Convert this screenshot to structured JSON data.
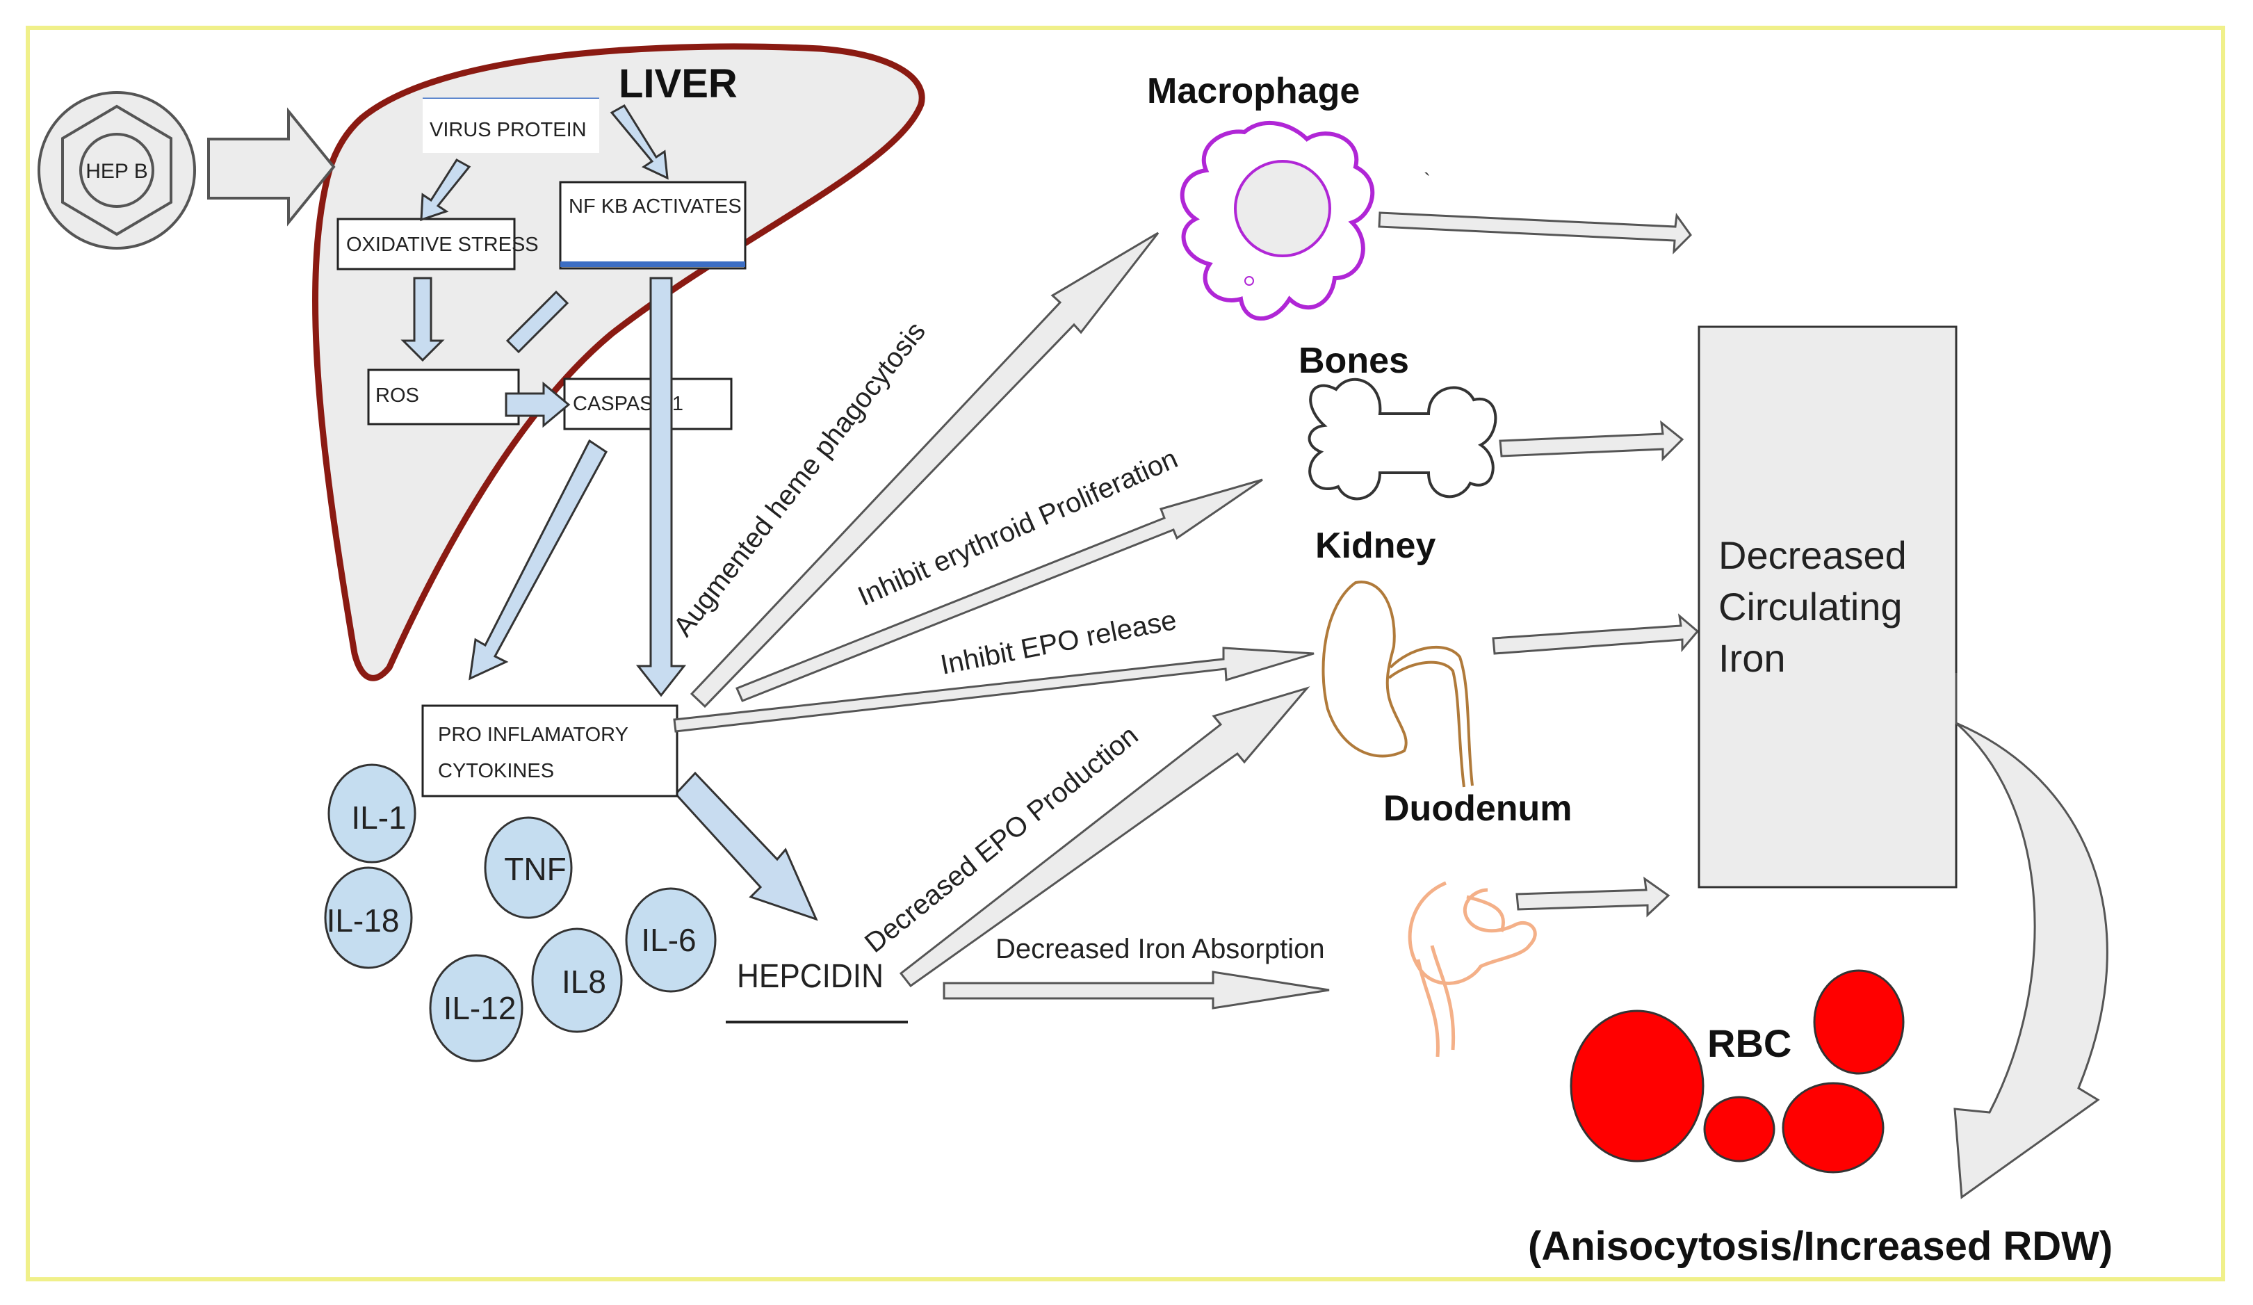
{
  "labels": {
    "hep_b": "HEP B",
    "liver": "LIVER",
    "virus_protein": "VIRUS PROTEIN",
    "oxidative_stress": "OXIDATIVE STRESS",
    "nf_kb": "NF KB ACTIVATES",
    "ros": "ROS",
    "caspase": "CASPASE 1",
    "pro_inflammatory_1": "PRO INFLAMATORY",
    "pro_inflammatory_2": "CYTOKINES",
    "il1": "IL-1",
    "il18": "IL-18",
    "tnf": "TNF",
    "il6": "IL-6",
    "il12": "IL-12",
    "il8": "IL8",
    "hepcidin": "HEPCIDIN",
    "macrophage": "Macrophage",
    "bones": "Bones",
    "kidney": "Kidney",
    "duodenum": "Duodenum",
    "dec_iron_1": "Decreased",
    "dec_iron_2": "Circulating",
    "dec_iron_3": "Iron",
    "rbc": "RBC",
    "aniso": "(Anisocytosis/Increased RDW)"
  },
  "edges": {
    "augmented": "Augmented heme phagocytosis",
    "inhibit_erythroid": "Inhibit erythroid Proliferation",
    "inhibit_epo": "Inhibit EPO release",
    "decreased_epo": "Decreased EPO Production",
    "decreased_absorption": "Decreased Iron Absorption"
  },
  "colors": {
    "frame": "#f0f08a",
    "liver_outline": "#8a1a12",
    "cytokine_fill": "#c5ddf0",
    "arrow_blue": "#c8dcf0",
    "macrophage": "#b026d6",
    "kidney": "#b07a3a",
    "duodenum": "#f4b088",
    "rbc": "#ff0000",
    "nf_kb_bar": "#3c6ec4"
  }
}
